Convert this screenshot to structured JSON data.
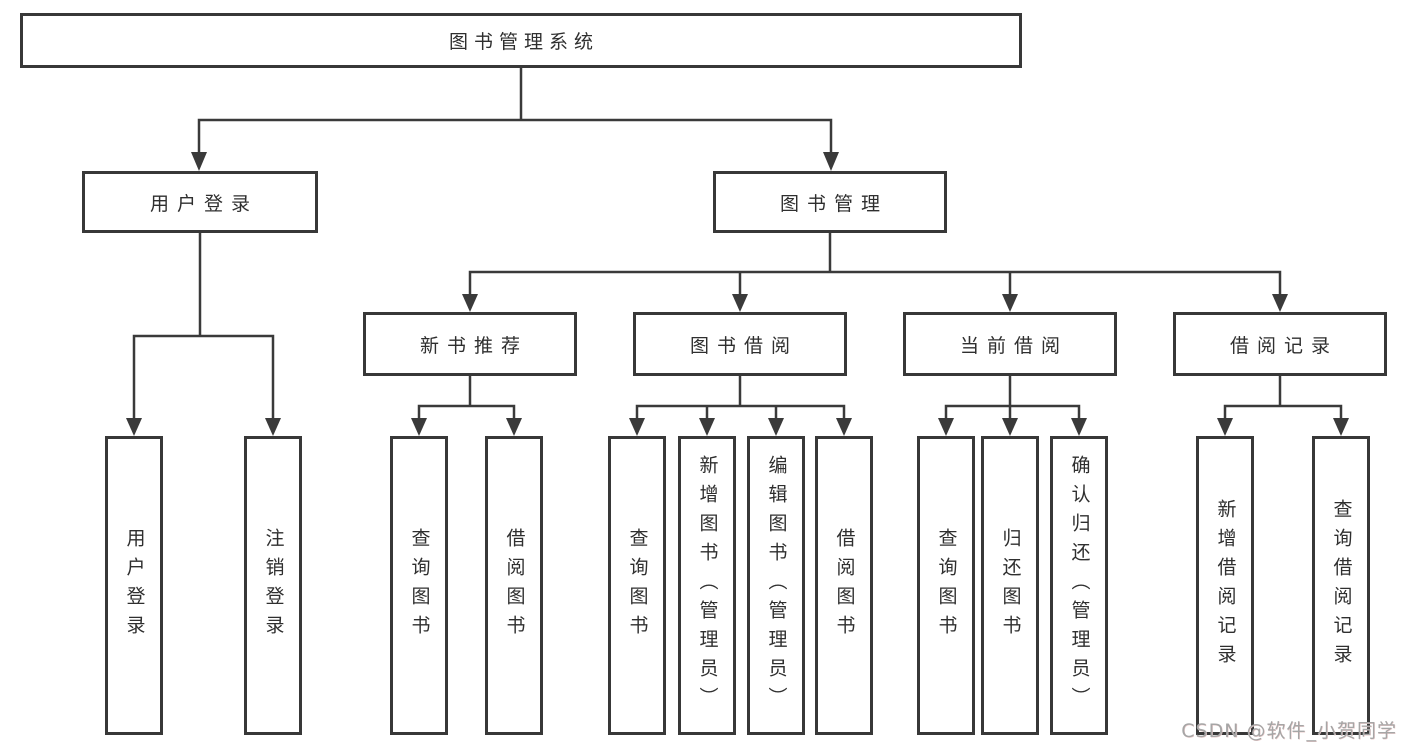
{
  "tree": {
    "label": "图书管理系统",
    "children": [
      {
        "label": "用户登录",
        "children": [
          {
            "label": "用户登录"
          },
          {
            "label": "注销登录"
          }
        ]
      },
      {
        "label": "图书管理",
        "children": [
          {
            "label": "新书推荐",
            "children": [
              {
                "label": "查询图书"
              },
              {
                "label": "借阅图书"
              }
            ]
          },
          {
            "label": "图书借阅",
            "children": [
              {
                "label": "查询图书"
              },
              {
                "label": "新增图书（管理员）"
              },
              {
                "label": "编辑图书（管理员）"
              },
              {
                "label": "借阅图书"
              }
            ]
          },
          {
            "label": "当前借阅",
            "children": [
              {
                "label": "查询图书"
              },
              {
                "label": "归还图书"
              },
              {
                "label": "确认归还（管理员）"
              }
            ]
          },
          {
            "label": "借阅记录",
            "children": [
              {
                "label": "新增借阅记录"
              },
              {
                "label": "查询借阅记录"
              }
            ]
          }
        ]
      }
    ]
  },
  "watermark": {
    "text": "CSDN @软件_小贺同学"
  },
  "colors": {
    "box_border": "#383838",
    "connector_line": "#3a3a3a",
    "text": "#2f2f2f",
    "watermark_text": "#a6a6a6",
    "background": "#ffffff"
  }
}
